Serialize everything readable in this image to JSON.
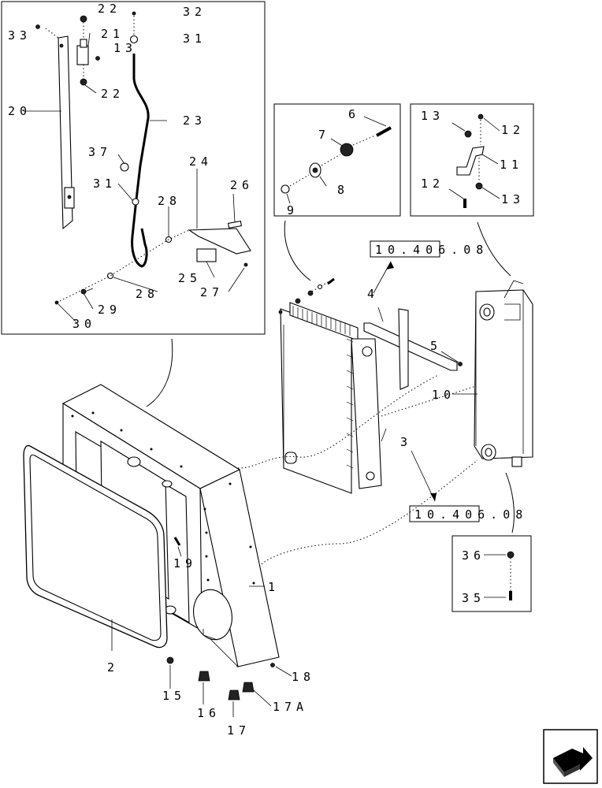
{
  "callouts": {
    "c1": "1",
    "c2": "2",
    "c3": "3",
    "c4": "4",
    "c5": "5",
    "c6": "6",
    "c7": "7",
    "c8": "8",
    "c9": "9",
    "c10": "10",
    "c11": "11",
    "c12a": "12",
    "c12b": "12",
    "c13a": "13",
    "c13b": "13",
    "c13c": "13",
    "c15": "15",
    "c16": "16",
    "c17": "17",
    "c17a": "17A",
    "c18": "18",
    "c19": "19",
    "c20": "20",
    "c21": "21",
    "c22a": "22",
    "c22b": "22",
    "c23": "23",
    "c24": "24",
    "c25": "25",
    "c26": "26",
    "c27": "27",
    "c28a": "28",
    "c28b": "28",
    "c29": "29",
    "c30": "30",
    "c31a": "31",
    "c31b": "31",
    "c32": "32",
    "c33": "33",
    "c35": "35",
    "c36": "36",
    "c37": "37"
  },
  "references": {
    "ref_a": "10.406.08",
    "ref_b": "10.406.08"
  },
  "nav": {
    "icon": "next-page-arrow-icon"
  }
}
